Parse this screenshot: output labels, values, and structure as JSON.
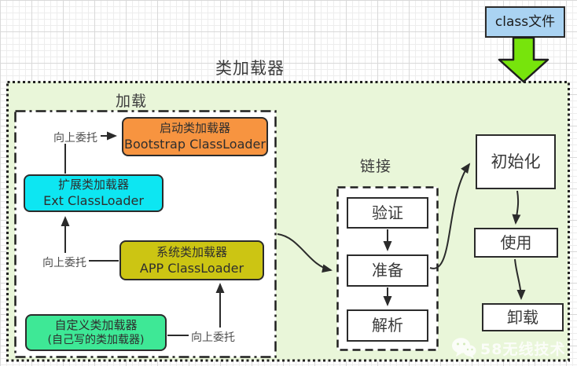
{
  "diagram": {
    "title": "类加载器",
    "class_file": {
      "label": "class文件"
    },
    "load_section": {
      "label": "加载",
      "nodes": {
        "bootstrap": {
          "line1": "启动类加载器",
          "line2": "Bootstrap ClassLoader"
        },
        "ext": {
          "line1": "扩展类加载器",
          "line2": "Ext ClassLoader"
        },
        "app": {
          "line1": "系统类加载器",
          "line2": "APP ClassLoader"
        },
        "custom": {
          "line1": "自定义类加载器",
          "line2": "(自己写的类加载器)"
        }
      },
      "delegate_labels": [
        "向上委托",
        "向上委托",
        "向上委托"
      ]
    },
    "link_section": {
      "label": "链接",
      "steps": [
        "验证",
        "准备",
        "解析"
      ]
    },
    "right_flow": [
      "初始化",
      "使用",
      "卸载"
    ],
    "watermark": {
      "text": "58无线技术",
      "icon": "wechat-icon"
    },
    "colors": {
      "container_bg": "#e9f6d9",
      "bootstrap": "#f79440",
      "ext": "#0de6f2",
      "app": "#ccc513",
      "custom": "#3ee896",
      "class_file_bg": "#aad3f2",
      "big_arrow_green": "#77e40c",
      "line_color": "#2b2b2b"
    }
  }
}
